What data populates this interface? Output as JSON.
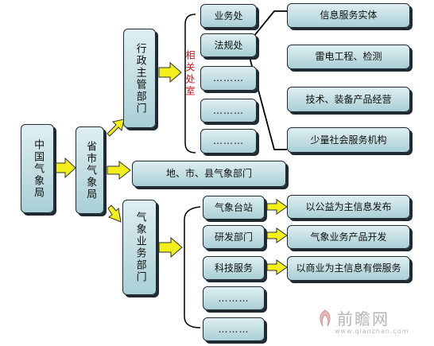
{
  "nodes": {
    "root": "中国气象局",
    "provincial": "省市气象局",
    "admin": "行政主管部门",
    "local": "地、市、县气象部门",
    "business": "气象业务部门",
    "related_offices_label": "相关处室",
    "admin_children": [
      "业务处",
      "法规处",
      "………",
      "………",
      "………"
    ],
    "business_children": [
      "气象台站",
      "研发部门",
      "科技服务",
      "………",
      "………"
    ],
    "legal_entities": [
      "信息服务实体",
      "雷电工程、检测",
      "技术、装备产品经营",
      "少量社会服务机构"
    ],
    "business_outputs": [
      "以公益为主信息发布",
      "气象业务产品开发",
      "以商业为主信息有偿服务"
    ]
  },
  "watermark": {
    "name": "前瞻网",
    "url": "www.qianzhan.com"
  },
  "colors": {
    "box_top": "#dfeff1",
    "box_bottom": "#a9cfd6",
    "arrow": "#f2ef1a",
    "red_label": "#d0121b"
  }
}
